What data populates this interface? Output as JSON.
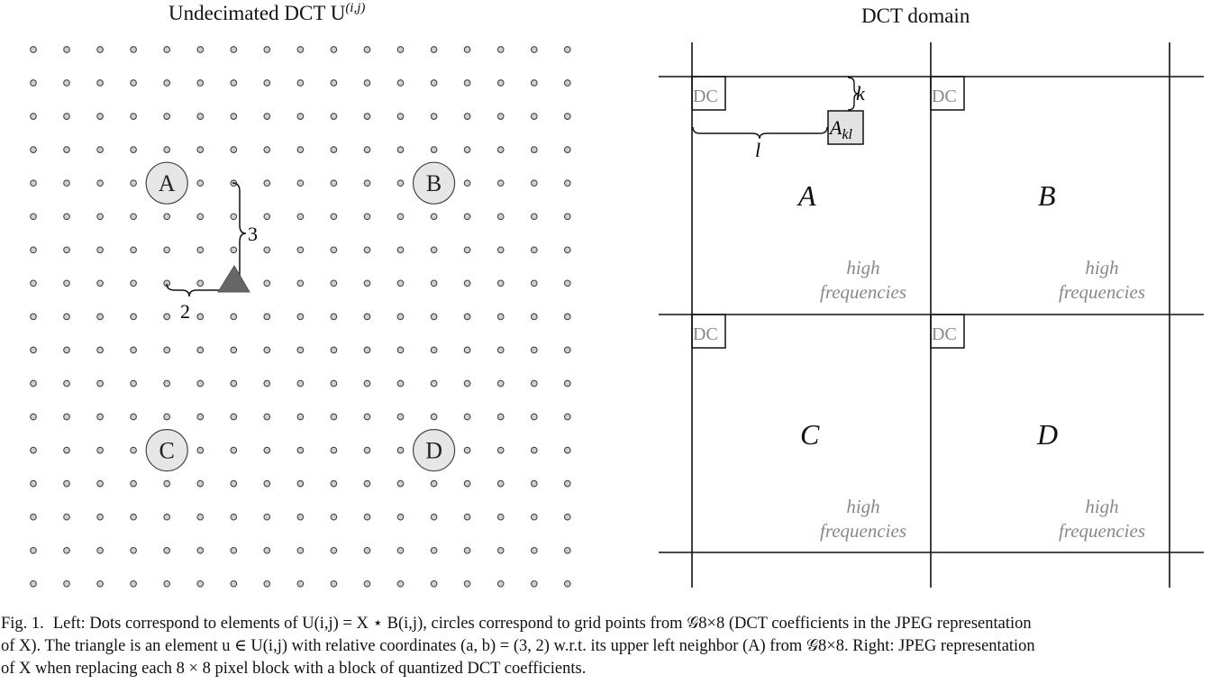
{
  "left_panel": {
    "title": "Undecimated DCT U",
    "title_sup": "(i,j)",
    "grid_points": [
      {
        "label": "A",
        "row": 4,
        "col": 4
      },
      {
        "label": "B",
        "row": 4,
        "col": 12
      },
      {
        "label": "C",
        "row": 12,
        "col": 4
      },
      {
        "label": "D",
        "row": 12,
        "col": 12
      }
    ],
    "triangle": {
      "row": 7,
      "col": 6
    },
    "brace_vertical_label": "3",
    "brace_horizontal_label": "2"
  },
  "right_panel": {
    "title": "DCT domain",
    "dc_label": "DC",
    "coef_label_base": "A",
    "coef_label_sub": "kl",
    "k_label": "k",
    "l_label": "l",
    "blocks": [
      {
        "name": "A",
        "hf_line1": "high",
        "hf_line2": "frequencies"
      },
      {
        "name": "B",
        "hf_line1": "high",
        "hf_line2": "frequencies"
      },
      {
        "name": "C",
        "hf_line1": "high",
        "hf_line2": "frequencies"
      },
      {
        "name": "D",
        "hf_line1": "high",
        "hf_line2": "frequencies"
      }
    ]
  },
  "caption": {
    "label": "Fig. 1.",
    "line1": "Left: Dots correspond to elements of U(i,j) = X ⋆ B(i,j), circles correspond to grid points from 𝒢8×8 (DCT coefficients in the JPEG representation",
    "line2": "of X). The triangle is an element u ∈ U(i,j) with relative coordinates (a, b) = (3, 2) w.r.t. its upper left neighbor (A) from 𝒢8×8. Right: JPEG representation",
    "line3": "of X when replacing each 8 × 8 pixel block with a block of quantized DCT coefficients."
  }
}
